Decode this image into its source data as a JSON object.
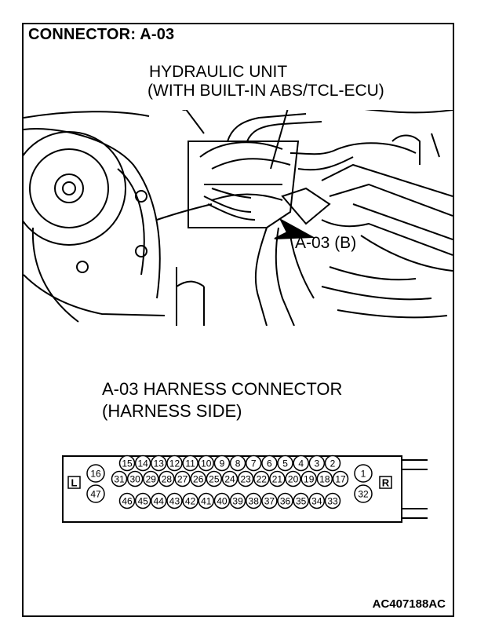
{
  "title": "CONNECTOR: A-03",
  "unit_callout": {
    "line1": "HYDRAULIC UNIT",
    "line2": "(WITH BUILT-IN ABS/TCL-ECU)"
  },
  "connector_callout": "A-03 (B)",
  "harness": {
    "line1": "A-03 HARNESS CONNECTOR",
    "line2": "(HARNESS SIDE)"
  },
  "connector": {
    "left_label": "L",
    "right_label": "R",
    "left_pins": [
      "16",
      "47"
    ],
    "right_pins": [
      "1",
      "32"
    ],
    "row_top": [
      "15",
      "14",
      "13",
      "12",
      "11",
      "10",
      "9",
      "8",
      "7",
      "6",
      "5",
      "4",
      "3",
      "2"
    ],
    "row_middle": [
      "31",
      "30",
      "29",
      "28",
      "27",
      "26",
      "25",
      "24",
      "23",
      "22",
      "21",
      "20",
      "19",
      "18",
      "17"
    ],
    "row_bottom": [
      "46",
      "45",
      "44",
      "43",
      "42",
      "41",
      "40",
      "39",
      "38",
      "37",
      "36",
      "35",
      "34",
      "33"
    ]
  },
  "figure_code": "AC407188AC"
}
